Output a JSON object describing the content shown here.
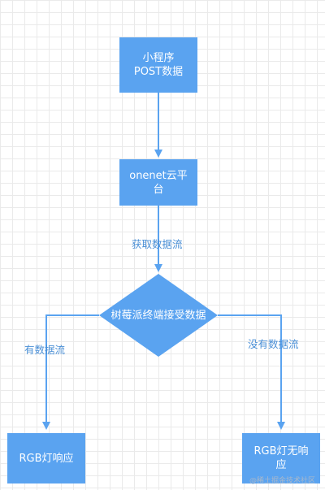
{
  "colors": {
    "node_fill": "#5aa3f0",
    "edge": "#5aa3f0",
    "label_text": "#4a8fd6"
  },
  "nodes": {
    "mini_program": {
      "text": "小程序\nPOST数据"
    },
    "onenet": {
      "text": "onenet云平\n台"
    },
    "raspberry": {
      "text": "树莓派终端接受数据"
    },
    "rgb_respond": {
      "text": "RGB灯响应"
    },
    "rgb_no_respond": {
      "text": "RGB灯无响\n应"
    }
  },
  "edges": {
    "get_stream_label": "获取数据流",
    "has_stream_label": "有数据流",
    "no_stream_label": "没有数据流"
  },
  "watermark": "@稀土掘金技术社区"
}
